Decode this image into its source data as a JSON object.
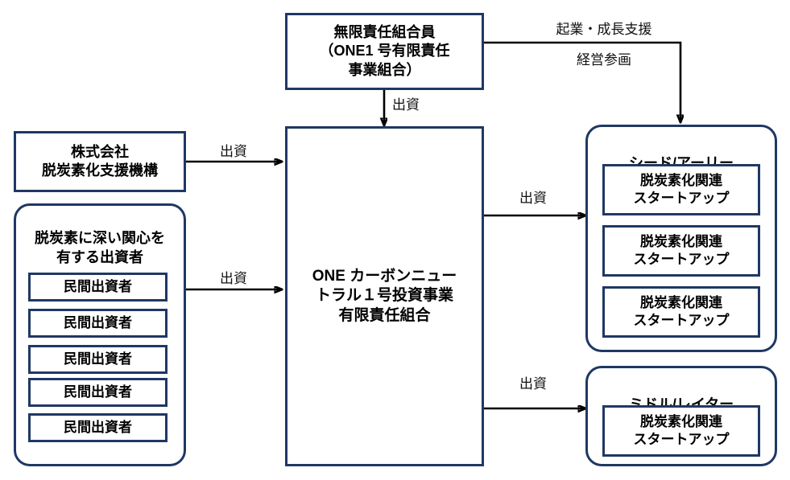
{
  "diagram": {
    "title_hidden": "",
    "colors": {
      "border": "#1F3864",
      "arrow": "#000000",
      "background": "#FFFFFF",
      "text": "#000000"
    },
    "nodes": {
      "general_partner": {
        "label": "無限責任組合員\n（ONE1 号有限責任\n事業組合）"
      },
      "jicn": {
        "label": "株式会社\n脱炭素化支援機構"
      },
      "investors_group": {
        "title": "脱炭素に深い関心を\n有する出資者",
        "members": [
          {
            "label": "民間出資者"
          },
          {
            "label": "民間出資者"
          },
          {
            "label": "民間出資者"
          },
          {
            "label": "民間出資者"
          },
          {
            "label": "民間出資者"
          }
        ]
      },
      "fund": {
        "label": "ONE カーボンニュー\nトラル１号投資事業\n有限責任組合"
      },
      "seed_early": {
        "title": "シード/アーリー",
        "startups": [
          {
            "label": "脱炭素化関連\nスタートアップ"
          },
          {
            "label": "脱炭素化関連\nスタートアップ"
          },
          {
            "label": "脱炭素化関連\nスタートアップ"
          }
        ]
      },
      "middle_later": {
        "title": "ミドル/レイター",
        "startups": [
          {
            "label": "脱炭素化関連\nスタートアップ"
          }
        ]
      }
    },
    "edges": [
      {
        "id": "gp-to-startups-1",
        "label": "起業・成長支援"
      },
      {
        "id": "gp-to-startups-2",
        "label": "経営参画"
      },
      {
        "id": "gp-to-fund",
        "label": "出資"
      },
      {
        "id": "jicn-to-fund",
        "label": "出資"
      },
      {
        "id": "investors-to-fund",
        "label": "出資"
      },
      {
        "id": "fund-to-seed",
        "label": "出資"
      },
      {
        "id": "fund-to-middle",
        "label": "出資"
      }
    ]
  }
}
